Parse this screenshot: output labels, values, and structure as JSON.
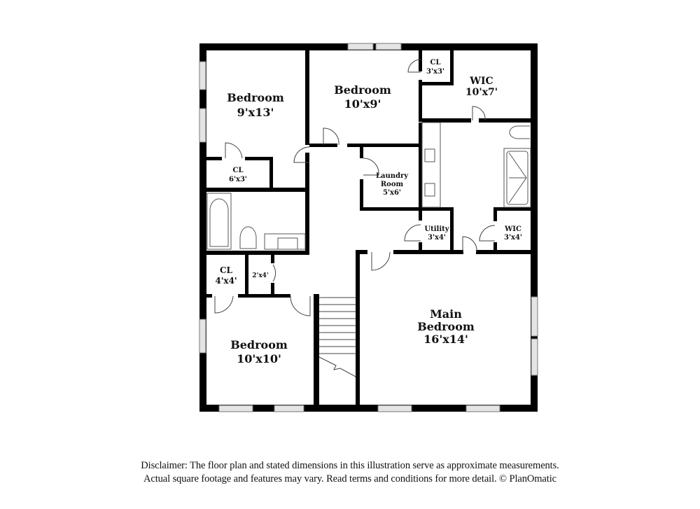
{
  "floorplan": {
    "rooms": [
      {
        "id": "bedroom-nw",
        "name": "Bedroom",
        "size": "9'x13'"
      },
      {
        "id": "bedroom-n",
        "name": "Bedroom",
        "size": "10'x9'"
      },
      {
        "id": "closet-n",
        "name": "CL",
        "size": "3'x3'"
      },
      {
        "id": "wic-main",
        "name": "WIC",
        "size": "10'x7'"
      },
      {
        "id": "closet-nw",
        "name": "CL",
        "size": "6'x3'"
      },
      {
        "id": "laundry",
        "name": "Laundry",
        "name2": "Room",
        "size": "5'x6'"
      },
      {
        "id": "utility",
        "name": "Utility",
        "size": "3'x4'"
      },
      {
        "id": "wic-small",
        "name": "WIC",
        "size": "3'x4'"
      },
      {
        "id": "closet-w",
        "name": "CL",
        "size": "4'x4'"
      },
      {
        "id": "closet-linen",
        "name": "",
        "size": "2'x4'"
      },
      {
        "id": "bedroom-sw",
        "name": "Bedroom",
        "size": "10'x10'"
      },
      {
        "id": "main-bedroom",
        "name": "Main",
        "name2": "Bedroom",
        "size": "16'x14'"
      }
    ],
    "colors": {
      "wall": "#000000",
      "window": "#d9d9d9",
      "fixture": "#555555",
      "background": "#ffffff"
    }
  },
  "footer": {
    "line1": "Disclaimer: The floor plan and stated dimensions in this illustration serve as approximate measurements.",
    "line2": "Actual square footage and features may vary. Read terms and conditions for more detail. © PlanOmatic"
  }
}
